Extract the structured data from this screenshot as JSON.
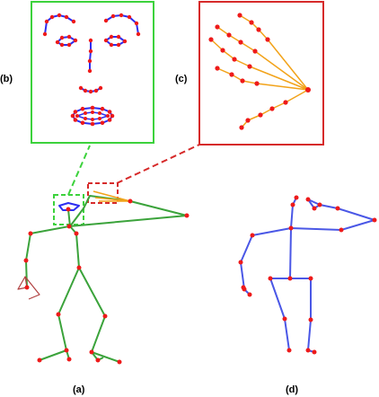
{
  "labels": {
    "a": "(a)",
    "b": "(b)",
    "c": "(c)",
    "d": "(d)"
  },
  "colors": {
    "face_panel": "#3cd23c",
    "hand_panel": "#d62a2a",
    "face_edges": "#2d2df0",
    "hand_edges": "#f2a31a",
    "body_edges_a": "#3ba33b",
    "body_edges_d": "#4a57e6",
    "joints": "#ee1a1a",
    "left_hand_small": "#b04040"
  },
  "icons": {
    "face_detail": "face-landmarks-diagram",
    "hand_detail": "hand-keypoints-diagram"
  }
}
